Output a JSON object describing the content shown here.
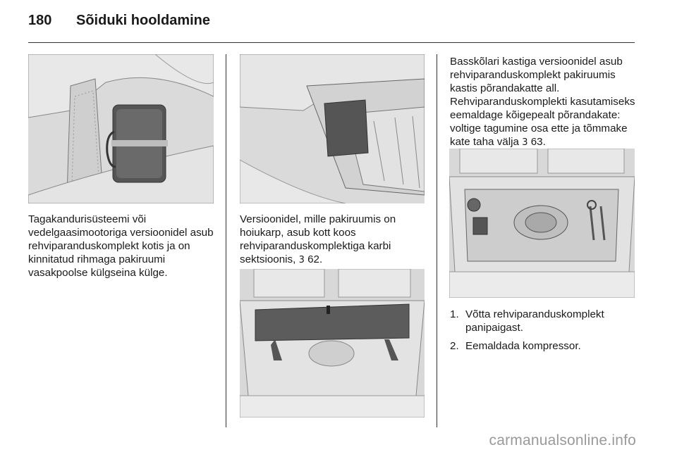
{
  "header": {
    "page_number": "180",
    "title": "Sõiduki hooldamine"
  },
  "col1": {
    "caption": "Tagakandurisüsteemi või vedelgaasimootoriga versioonidel asub rehviparanduskomplekt kotis ja on kinnitatud rihmaga pakiruumi vasakpoolse külgseina külge."
  },
  "col2": {
    "caption_text": "Versioonidel, mille pakiruumis on hoiukarp, asub kott koos rehviparanduskomplektiga karbi sektsioonis,",
    "ref_symbol": "3",
    "ref_page": "62."
  },
  "col3": {
    "intro_text": "Basskõlari kastiga versioonidel asub rehviparanduskomplekt pakiruumis kastis põrandakatte all. Rehviparanduskomplekti kasutamiseks eemaldage kõigepealt põrandakate: voltige tagumine osa ette ja tõmmake kate taha välja",
    "ref_symbol": "3",
    "ref_page": "63.",
    "steps": [
      {
        "num": "1.",
        "text": "Võtta rehviparanduskomplekt panipaigast."
      },
      {
        "num": "2.",
        "text": "Eemaldada kompressor."
      }
    ]
  },
  "watermark": "carmanualsonline.info"
}
